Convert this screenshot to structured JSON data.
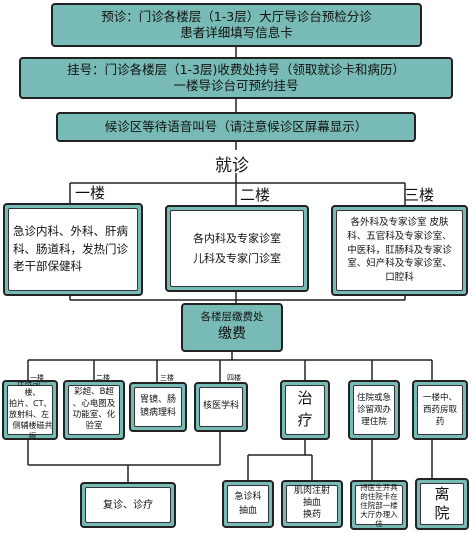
{
  "step1": {
    "line1": "预诊：门诊各楼层（1-3层）大厅导诊台预检分诊",
    "line2": "患者详细填写信息卡"
  },
  "step2": {
    "line1": "挂号：门诊各楼层（1-3层)收费处持号（领取就诊卡和病历）",
    "line2": "一楼导诊台可预约挂号"
  },
  "step3": {
    "line1": "候诊区等待语音叫号（请注意候诊区屏幕显示）"
  },
  "consult": "就诊",
  "floors": {
    "f1": {
      "label": "一楼",
      "line1": "急诊内科、外科、肝病",
      "line2": "科、肠道科，发热门诊",
      "line3": "老干部保健科"
    },
    "f2": {
      "label": "二楼",
      "line1": "各内科及专家诊室",
      "line2": "儿科及专家门诊室"
    },
    "f3": {
      "label": "三楼",
      "line1": "各外科及专家诊室  皮肤",
      "line2": "科、五官科及专家诊室、",
      "line3": "中医科，肛肠科及专家诊",
      "line4": "室、妇产科及专家诊室、",
      "line5": "口腔科"
    }
  },
  "payment": {
    "line1": "各楼层缴费处",
    "line2": "缴费"
  },
  "exam_labels": {
    "f1": "一楼",
    "f2": "二楼",
    "f3": "三楼",
    "f4": "四楼"
  },
  "exams": {
    "e1": {
      "line1": "住院部一楼、",
      "line2": "拍片、CT、",
      "line3": "放射科、左",
      "line4": "侧辅楼磁共振"
    },
    "e2": {
      "line1": "彩超、B超",
      "line2": "、心电图及",
      "line3": "功能室、化",
      "line4": "验室"
    },
    "e3": {
      "line1": "胃镜、肠",
      "line2": "镜病理科"
    },
    "e4": {
      "line1": "核医学科"
    }
  },
  "followup": "复诊、诊疗",
  "treatment": {
    "line1": "治",
    "line2": "疗"
  },
  "treatment_children": {
    "t1": {
      "line1": "急诊科",
      "line2": "抽血"
    },
    "t2": {
      "line1": "肌肉注射",
      "line2": "抽血",
      "line3": "换药"
    }
  },
  "hospital": {
    "line1": "住院或急",
    "line2": "诊留观办",
    "line3": "理住院"
  },
  "hospital_child": {
    "line1": "持医生开具",
    "line2": "的住院卡在",
    "line3": "住院部一楼",
    "line4": "大厅办理入",
    "line5": "住"
  },
  "pharmacy": {
    "line1": "一楼中、",
    "line2": "西药房取",
    "line3": "药"
  },
  "leave": {
    "line1": "离",
    "line2": "院"
  }
}
